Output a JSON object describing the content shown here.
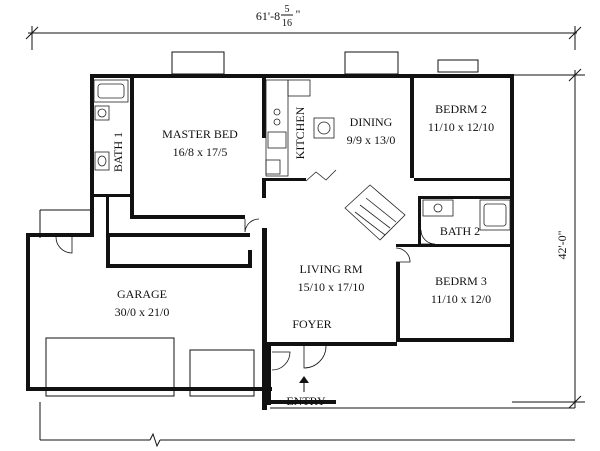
{
  "dimensions": {
    "width_whole": "61'-8",
    "width_frac_num": "5",
    "width_frac_den": "16",
    "width_inch": "\"",
    "depth": "42'-0\""
  },
  "rooms": {
    "master_bed": {
      "name": "MASTER BED",
      "size": "16/8 x 17/5"
    },
    "bath1": {
      "name": "BATH 1"
    },
    "kitchen": {
      "name": "KITCHEN"
    },
    "dining": {
      "name": "DINING",
      "size": "9/9 x 13/0"
    },
    "bedrm2": {
      "name": "BEDRM 2",
      "size": "11/10 x 12/10"
    },
    "bath2": {
      "name": "BATH 2"
    },
    "living": {
      "name": "LIVING RM",
      "size": "15/10 x 17/10"
    },
    "bedrm3": {
      "name": "BEDRM 3",
      "size": "11/10 x 12/0"
    },
    "garage": {
      "name": "GARAGE",
      "size": "30/0 x 21/0"
    },
    "foyer": {
      "name": "FOYER"
    },
    "entry": {
      "name": "ENTRY"
    }
  }
}
